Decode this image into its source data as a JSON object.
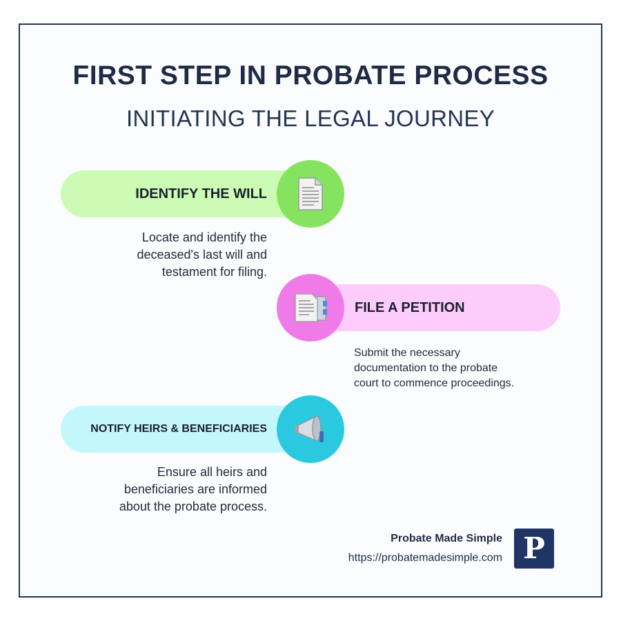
{
  "header": {
    "title": "FIRST STEP IN PROBATE PROCESS",
    "subtitle": "INITIATING THE LEGAL JOURNEY"
  },
  "steps": [
    {
      "label": "IDENTIFY THE WILL",
      "icon": "document-icon",
      "pill_color": "#ccfcb4",
      "circle_color": "#86e35f",
      "description": [
        "Locate and identify the",
        "deceased's last will and",
        "testament for filing."
      ]
    },
    {
      "label": "FILE A PETITION",
      "icon": "documents-folder-icon",
      "pill_color": "#fccdfb",
      "circle_color": "#ef7ae8",
      "description": [
        "Submit the necessary",
        "documentation to the probate",
        "court to commence proceedings."
      ]
    },
    {
      "label": "NOTIFY HEIRS & BENEFICIARIES",
      "icon": "megaphone-icon",
      "pill_color": "#c4f7fc",
      "circle_color": "#2bc9e0",
      "description": [
        "Ensure all heirs and",
        "beneficiaries are informed",
        "about the probate process."
      ]
    }
  ],
  "footer": {
    "brand_name": "Probate Made Simple",
    "url": "https://probatemadesimple.com",
    "logo_letter": "P",
    "logo_color": "#1f3566"
  }
}
